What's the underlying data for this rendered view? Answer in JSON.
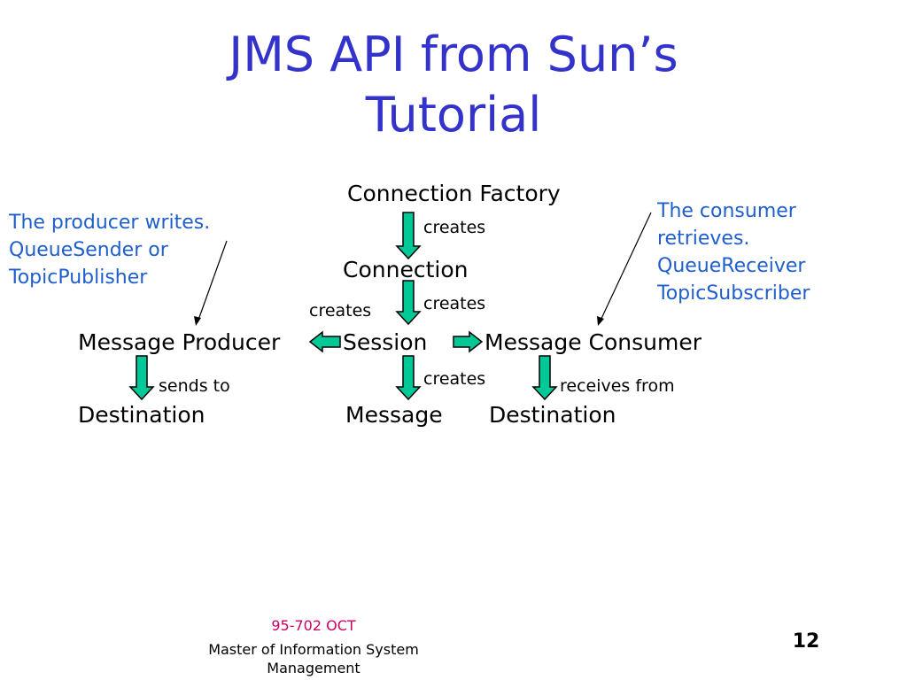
{
  "title": {
    "line1": "JMS API from Sun’s",
    "line2": "Tutorial"
  },
  "nodes": {
    "connection_factory": "Connection Factory",
    "connection": "Connection",
    "session": "Session",
    "message_producer": "Message Producer",
    "message_consumer": "Message Consumer",
    "destination_left": "Destination",
    "message": "Message",
    "destination_right": "Destination"
  },
  "edge_labels": {
    "factory_to_connection": "creates",
    "connection_to_session": "creates",
    "session_to_producer": "creates",
    "session_to_message": "creates",
    "producer_to_destination": "sends to",
    "consumer_from_destination": "receives from"
  },
  "notes": {
    "producer": [
      "The producer writes.",
      "QueueSender or",
      "TopicPublisher"
    ],
    "consumer": [
      "The consumer",
      "retrieves.",
      "QueueReceiver",
      "TopicSubscriber"
    ]
  },
  "colors": {
    "title": "#3333cc",
    "note": "#1f5fcc",
    "arrow_fill": "#00c896",
    "footer_code": "#cc0066"
  },
  "footer": {
    "code": "95-702 OCT",
    "name_line1": "Master of Information System",
    "name_line2": "Management",
    "page": "12"
  }
}
